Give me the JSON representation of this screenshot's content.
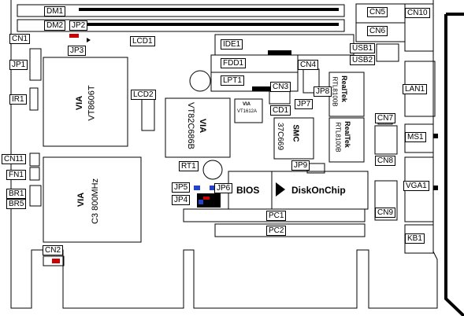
{
  "connectors": {
    "dm1": "DM1",
    "dm2": "DM2",
    "jp2": "JP2",
    "jp3": "JP3",
    "cn1": "CN1",
    "lcd1": "LCD1",
    "ide1": "IDE1",
    "cn5": "CN5",
    "cn6": "CN6",
    "cn10": "CN10",
    "usb1": "USB1",
    "usb2": "USB2",
    "jp1": "JP1",
    "ir1": "IR1",
    "fdd1": "FDD1",
    "cn4": "CN4",
    "lpt1": "LPT1",
    "cn3": "CN3",
    "cd1": "CD1",
    "jp7": "JP7",
    "jp8": "JP8",
    "lan1": "LAN1",
    "lcd2": "LCD2",
    "cn7": "CN7",
    "ms1": "MS1",
    "cn8": "CN8",
    "cn11": "CN11",
    "fn1": "FN1",
    "rt1": "RT1",
    "jp9": "JP9",
    "jp5": "JP5",
    "jp6": "JP6",
    "jp4": "JP4",
    "vga1": "VGA1",
    "br1": "BR1",
    "br5": "BR5",
    "cn9": "CN9",
    "pc1": "PC1",
    "pc2": "PC2",
    "kb1": "KB1",
    "cn2": "CN2"
  },
  "chips": {
    "north_brand": "VIA",
    "north_model": "VT8606T",
    "south_brand": "VIA",
    "south_model": "VT82C686B",
    "cpu_brand": "VIA",
    "cpu_model": "C3 800MHz",
    "small_brand": "VIA",
    "small_model": "VT1612A",
    "smc_brand": "SMC",
    "smc_model": "37C669",
    "lan_a_brand": "RealTek",
    "lan_a_model": "RTL8100B",
    "lan_b_brand": "RealTek",
    "lan_b_model": "RTL8100B"
  },
  "components": {
    "bios": "BIOS",
    "diskonchip": "DiskOnChip"
  }
}
